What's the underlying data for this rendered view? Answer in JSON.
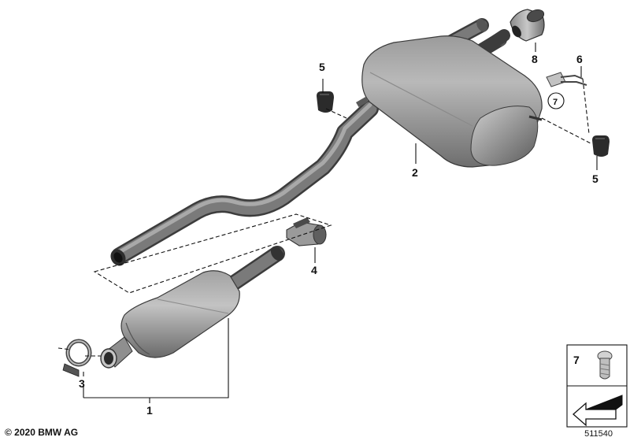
{
  "callouts": {
    "c1": "1",
    "c2": "2",
    "c3": "3",
    "c4": "4",
    "c5a": "5",
    "c5b": "5",
    "c6": "6",
    "c7": "7",
    "c8": "8",
    "legend7": "7"
  },
  "copyright": "© 2020 BMW AG",
  "diagram_id": "511540",
  "colors": {
    "part_dark": "#3c3c3c",
    "part_mid": "#7a7a7a",
    "part_light": "#c9c9c9",
    "line": "#111111"
  }
}
